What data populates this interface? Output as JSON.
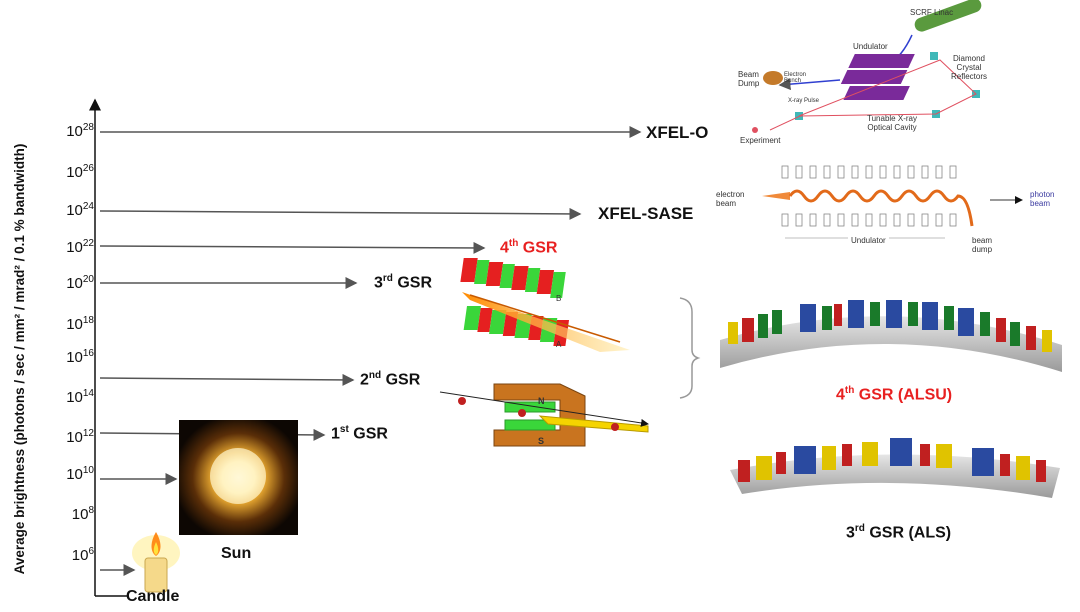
{
  "axis": {
    "label": "Average brightness (photons / sec / mm² / mrad² / 0.1 % bandwidth)",
    "ticks": [
      {
        "base": "10",
        "exp": "28"
      },
      {
        "base": "10",
        "exp": "26"
      },
      {
        "base": "10",
        "exp": "24"
      },
      {
        "base": "10",
        "exp": "22"
      },
      {
        "base": "10",
        "exp": "20"
      },
      {
        "base": "10",
        "exp": "18"
      },
      {
        "base": "10",
        "exp": "16"
      },
      {
        "base": "10",
        "exp": "14"
      },
      {
        "base": "10",
        "exp": "12"
      },
      {
        "base": "10",
        "exp": "10"
      },
      {
        "base": "10",
        "exp": "8"
      },
      {
        "base": "10",
        "exp": "6"
      }
    ]
  },
  "sources": {
    "xfel_o": "XFEL-O",
    "xfel_sase": "XFEL-SASE",
    "gsr4": {
      "num": "4",
      "sup": "th",
      "rest": " GSR"
    },
    "gsr3": {
      "num": "3",
      "sup": "rd",
      "rest": " GSR"
    },
    "gsr2": {
      "num": "2",
      "sup": "nd",
      "rest": " GSR"
    },
    "gsr1": {
      "num": "1",
      "sup": "st",
      "rest": " GSR"
    },
    "sun": "Sun",
    "candle": "Candle"
  },
  "photos": {
    "alsu": {
      "num": "4",
      "sup": "th",
      "rest": " GSR (ALSU)"
    },
    "als": {
      "num": "3",
      "sup": "rd",
      "rest": " GSR (ALS)"
    }
  },
  "xfel_o_diagram": {
    "scrf": "SCRF Linac",
    "undulator": "Undulator",
    "diamond": "Diamond Crystal Reflectors",
    "beam_dump": "Beam Dump",
    "electron_bunch": "Electron Bunch",
    "xray_pulse": "X-ray Pulse",
    "cavity": "Tunable X-ray Optical Cavity",
    "experiment": "Experiment"
  },
  "sase_diagram": {
    "electron_beam": "electron beam",
    "photon_beam": "photon beam",
    "undulator": "Undulator",
    "beam_dump": "beam dump"
  },
  "magnet": {
    "north": "N",
    "south": "S"
  },
  "lattice": {
    "b": "B",
    "a": "A"
  },
  "colors": {
    "accent": "#e82020",
    "arrow": "#555555"
  }
}
